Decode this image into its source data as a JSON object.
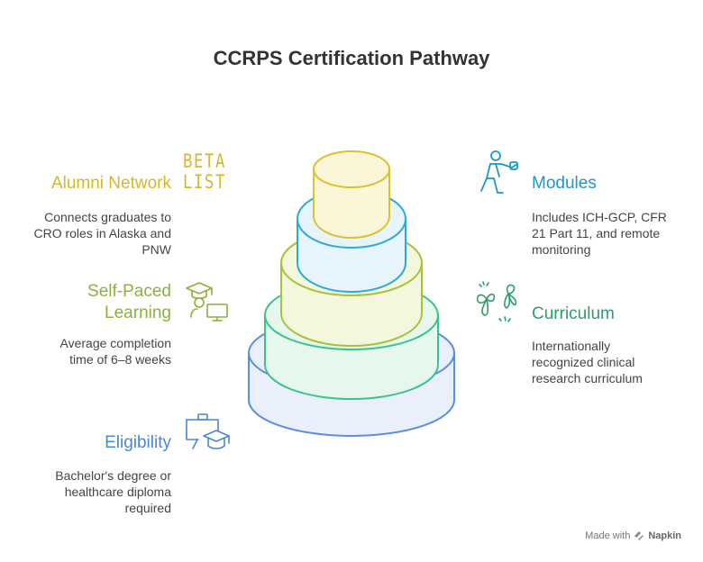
{
  "title": "CCRPS Certification Pathway",
  "items": {
    "alumni": {
      "label": "Alumni Network",
      "description": "Connects graduates to CRO roles in Alaska and PNW",
      "color": "#d4b72a",
      "icon": "betalist-logo",
      "logo_text": [
        "BETA",
        "LIST"
      ]
    },
    "self_paced": {
      "label_line1": "Self-Paced",
      "label_line2": "Learning",
      "description": "Average completion time of 6–8 weeks",
      "color": "#8bb13a",
      "icon": "graduate-computer-icon"
    },
    "eligibility": {
      "label": "Eligibility",
      "description": "Bachelor's degree or healthcare diploma required",
      "color": "#4a86d9",
      "icon": "diploma-graduation-cap-icon"
    },
    "modules": {
      "label": "Modules",
      "description": "Includes ICH-GCP, CFR 21 Part 11, and remote monitoring",
      "color": "#1d97c9",
      "icon": "person-exercising-icon"
    },
    "curriculum": {
      "label": "Curriculum",
      "description": "Internationally recognized clinical research curriculum",
      "color": "#2f9d6a",
      "icon": "butterflies-icon"
    }
  },
  "tier_colors": [
    "#5b8ee0",
    "#3ec28c",
    "#a7c13a",
    "#2fa9d6",
    "#dcc02c"
  ],
  "footer": {
    "made_with": "Made with",
    "brand": "Napkin"
  }
}
